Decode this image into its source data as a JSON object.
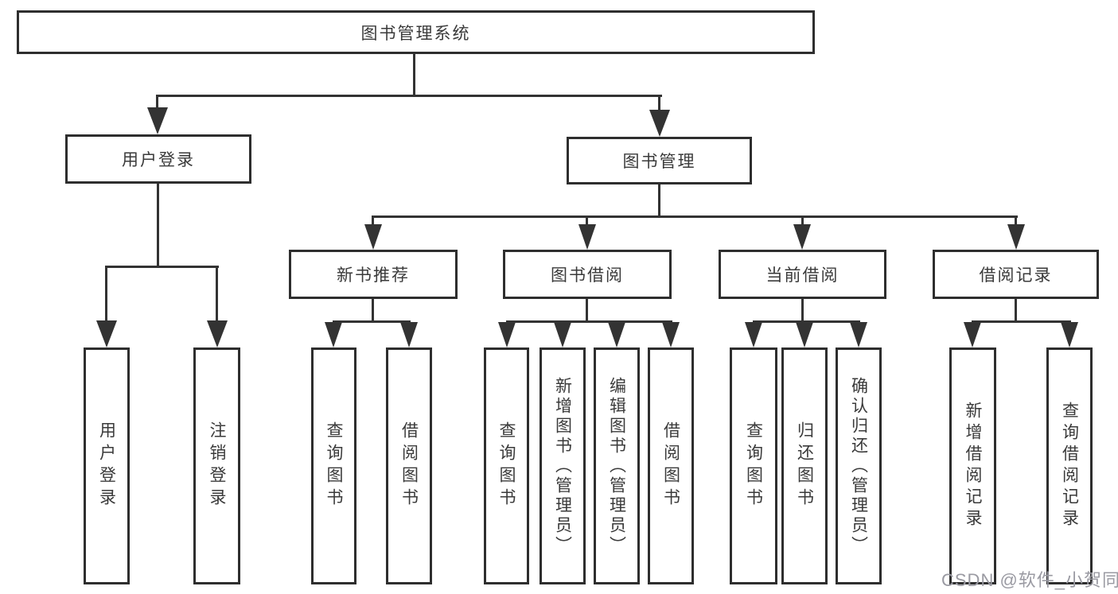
{
  "tree": {
    "label": "图书管理系统",
    "children": [
      {
        "label": "用户登录",
        "children": [
          {
            "label": "用户登录"
          },
          {
            "label": "注销登录"
          }
        ]
      },
      {
        "label": "图书管理",
        "children": [
          {
            "label": "新书推荐",
            "children": [
              {
                "label": "查询图书"
              },
              {
                "label": "借阅图书"
              }
            ]
          },
          {
            "label": "图书借阅",
            "children": [
              {
                "label": "查询图书"
              },
              {
                "label": "新增图书（管理员）"
              },
              {
                "label": "编辑图书（管理员）"
              },
              {
                "label": "借阅图书"
              }
            ]
          },
          {
            "label": "当前借阅",
            "children": [
              {
                "label": "查询图书"
              },
              {
                "label": "归还图书"
              },
              {
                "label": "确认归还（管理员）"
              }
            ]
          },
          {
            "label": "借阅记录",
            "children": [
              {
                "label": "新增借阅记录"
              },
              {
                "label": "查询借阅记录"
              }
            ]
          }
        ]
      }
    ]
  },
  "watermark": "CSDN @软件_小贺同学",
  "colors": {
    "line": "#333333",
    "border": "#2e2e2e",
    "text": "#3a3a3a",
    "background": "#ffffff",
    "watermark": "#9a9aa2"
  }
}
